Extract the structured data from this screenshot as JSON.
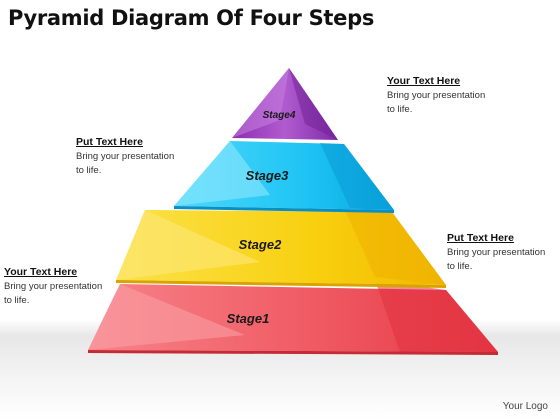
{
  "title": "Pyramid Diagram Of Four Steps",
  "stages": [
    {
      "label": "Stage4",
      "color": "#a64bc4"
    },
    {
      "label": "Stage3",
      "color": "#1ec8f5"
    },
    {
      "label": "Stage2",
      "color": "#f8d41a"
    },
    {
      "label": "Stage1",
      "color": "#f0525c"
    }
  ],
  "callouts": [
    {
      "heading": "Your Text Here",
      "body": "Bring your presentation to life."
    },
    {
      "heading": "Put Text Here",
      "body": "Bring your presentation to life."
    },
    {
      "heading": "Put Text Here",
      "body": "Bring your presentation to life."
    },
    {
      "heading": "Your Text Here",
      "body": "Bring your presentation to life."
    }
  ],
  "logo": "Your Logo"
}
